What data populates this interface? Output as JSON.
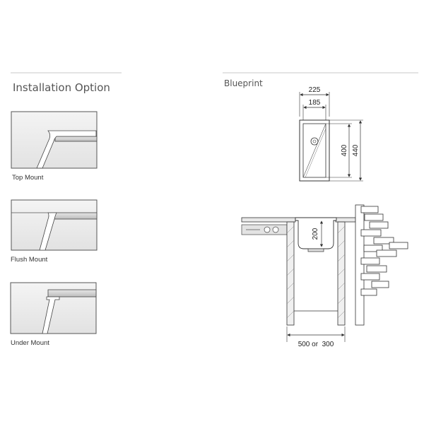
{
  "installation": {
    "title": "Installation Option",
    "options": [
      {
        "label": "Top Mount"
      },
      {
        "label": "Flush Mount"
      },
      {
        "label": "Under Mount"
      }
    ]
  },
  "blueprint": {
    "title": "Blueprint",
    "top_view": {
      "outer_width": "225",
      "inner_width": "185",
      "inner_length": "400",
      "outer_length": "440"
    },
    "cabinet_view": {
      "bowl_depth": "200",
      "cabinet_width": "500 or  300"
    }
  },
  "colors": {
    "line": "#333333",
    "panel_fill": "#e9e9e9",
    "divider": "#c8c8c8"
  }
}
